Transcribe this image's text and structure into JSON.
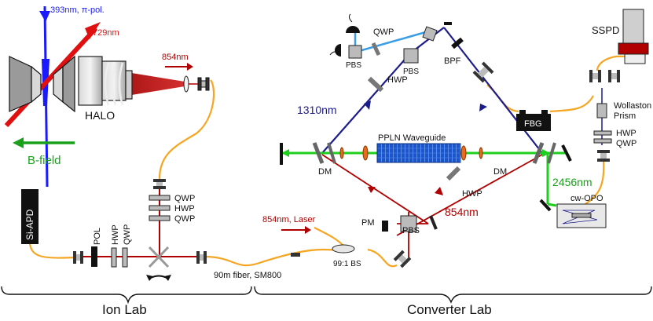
{
  "colors": {
    "blue_393": "#1a1aff",
    "red_729": "#e01010",
    "dark_red_854": "#b00000",
    "navy_1310": "#1c1c8a",
    "sky_blue": "#3a9ee6",
    "green_2456": "#1ecf1e",
    "fiber_orange": "#f5a623",
    "bfield_green": "#1aa01a"
  },
  "ion_lab": {
    "laser_393": "393nm, π-pol.",
    "laser_729": "729nm",
    "label_854": "854nm",
    "halo": "HALO",
    "bfield": "B-field",
    "si_apd": "Si-APD",
    "pol": "POL",
    "hwp": "HWP",
    "qwp": "QWP",
    "waveplates": [
      "QWP",
      "HWP",
      "QWP"
    ],
    "fiber": "90m fiber, SM800",
    "lab_name": "Ion Lab"
  },
  "converter_lab": {
    "qwp_top": "QWP",
    "pbs_top_left": "PBS",
    "pbs_top": "PBS",
    "bpf": "BPF",
    "hwp_upper": "HWP",
    "label_1310": "1310nm",
    "ppln": "PPLN Waveguide",
    "dm_left": "DM",
    "dm_right": "DM",
    "hwp_lower": "HWP",
    "label_854": "854nm",
    "pm": "PM",
    "pbs_bottom": "PBS",
    "laser_854": "854nm, Laser",
    "bs": "99:1 BS",
    "fbg": "FBG",
    "label_2456": "2456nm",
    "cw_opo": "cw-OPO",
    "sspd": "SSPD",
    "wollaston": [
      "Wollaston",
      "Prism"
    ],
    "hwp_right": "HWP",
    "qwp_right": "QWP",
    "lab_name": "Converter Lab"
  }
}
